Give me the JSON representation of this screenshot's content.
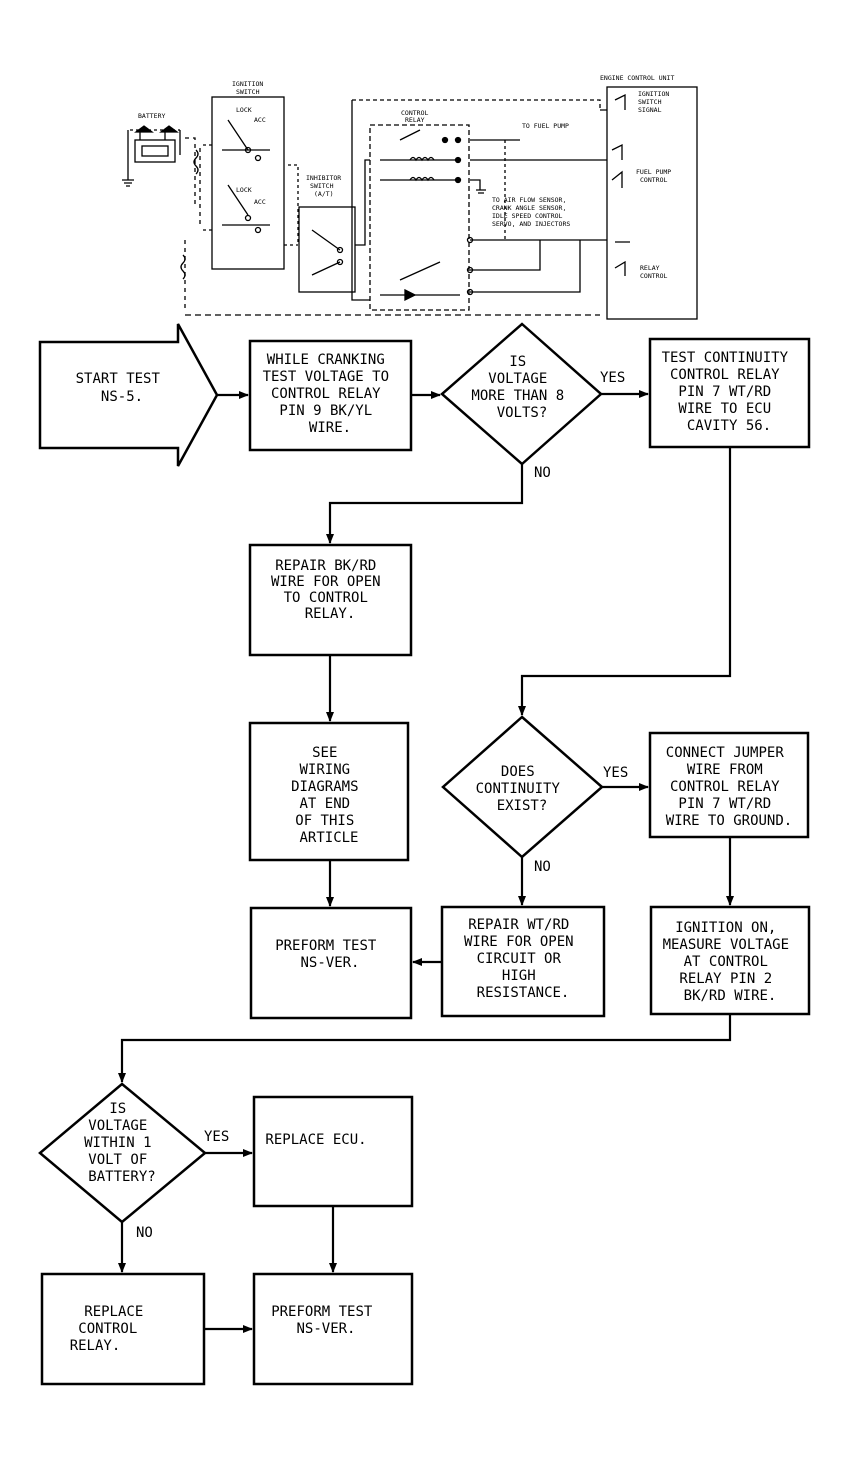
{
  "schematic": {
    "battery": "BATTERY",
    "ignition_switch": [
      "IGNITION",
      "SWITCH"
    ],
    "lock": "LOCK",
    "acc": "ACC",
    "inhibitor_switch": [
      "INHIBITOR",
      "SWITCH",
      "(A/T)"
    ],
    "control_relay": [
      "CONTROL",
      "RELAY"
    ],
    "ecu_title": "ENGINE CONTROL UNIT",
    "ignition_signal": [
      "IGNITION",
      "SWITCH",
      "SIGNAL"
    ],
    "fuel_pump_control": [
      "FUEL PUMP",
      "CONTROL"
    ],
    "relay_control": [
      "RELAY",
      "CONTROL"
    ],
    "to_fuel_pump": "TO FUEL PUMP",
    "to_sensors": [
      "TO AIR FLOW SENSOR,",
      "CRANK ANGLE SENSOR,",
      "IDLE SPEED CONTROL",
      "SERVO, AND INJECTORS"
    ]
  },
  "nodes": {
    "start": [
      "START TEST",
      "NS-5."
    ],
    "cranking": [
      "WHILE CRANKING",
      "TEST VOLTAGE TO",
      "CONTROL RELAY",
      "PIN 9 BK/YL",
      "WIRE."
    ],
    "volt8": [
      "IS",
      "VOLTAGE",
      "MORE THAN 8",
      "VOLTS?"
    ],
    "continuity_test": [
      "TEST CONTINUITY",
      "CONTROL RELAY",
      "PIN 7 WT/RD",
      "WIRE TO ECU",
      "CAVITY 56."
    ],
    "repair_bkrd": [
      "REPAIR BK/RD",
      "WIRE FOR OPEN",
      "TO CONTROL",
      "RELAY."
    ],
    "see_wiring": [
      "SEE",
      "WIRING",
      "DIAGRAMS",
      "AT END",
      "OF THIS",
      "ARTICLE"
    ],
    "continuity_exist": [
      "DOES",
      "CONTINUITY",
      "EXIST?"
    ],
    "connect_jumper": [
      "CONNECT JUMPER",
      "WIRE FROM",
      "CONTROL RELAY",
      "PIN 7 WT/RD",
      "WIRE TO GROUND."
    ],
    "perform1": [
      "PREFORM TEST",
      "NS-VER."
    ],
    "repair_wtrd": [
      "REPAIR WT/RD",
      "WIRE FOR OPEN",
      "CIRCUIT OR",
      "HIGH",
      "RESISTANCE."
    ],
    "ignition_on": [
      "IGNITION ON,",
      "MEASURE VOLTAGE",
      "AT CONTROL",
      "RELAY PIN 2",
      "BK/RD WIRE."
    ],
    "volt_battery": [
      "IS",
      "VOLTAGE",
      "WITHIN 1",
      "VOLT OF",
      "BATTERY?"
    ],
    "replace_ecu": [
      "REPLACE ECU."
    ],
    "replace_relay": [
      "REPLACE",
      "CONTROL",
      "RELAY."
    ],
    "perform2": [
      "PREFORM TEST",
      "NS-VER."
    ]
  },
  "edge_labels": {
    "yes1": "YES",
    "no1": "NO",
    "yes2": "YES",
    "no2": "NO",
    "yes3": "YES",
    "no3": "NO"
  }
}
